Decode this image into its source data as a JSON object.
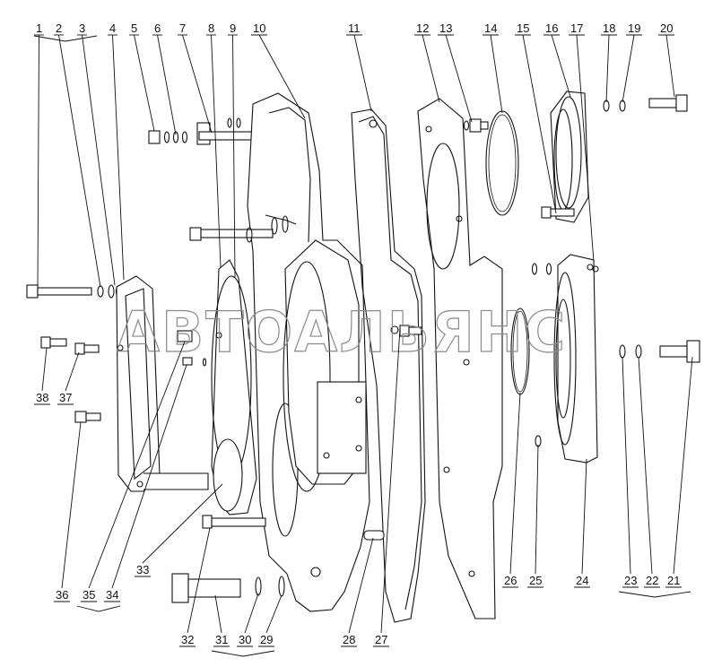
{
  "diagram": {
    "watermark": "АВТОАЛЬЯНС",
    "callouts": [
      "1",
      "2",
      "3",
      "4",
      "5",
      "6",
      "7",
      "8",
      "9",
      "10",
      "11",
      "12",
      "13",
      "14",
      "15",
      "16",
      "17",
      "18",
      "19",
      "20",
      "21",
      "22",
      "23",
      "24",
      "25",
      "26",
      "27",
      "28",
      "29",
      "30",
      "31",
      "32",
      "33",
      "34",
      "35",
      "36",
      "37",
      "38"
    ]
  },
  "colors": {
    "line": "#111111",
    "background": "#ffffff",
    "watermark": "#8a8a8a"
  }
}
